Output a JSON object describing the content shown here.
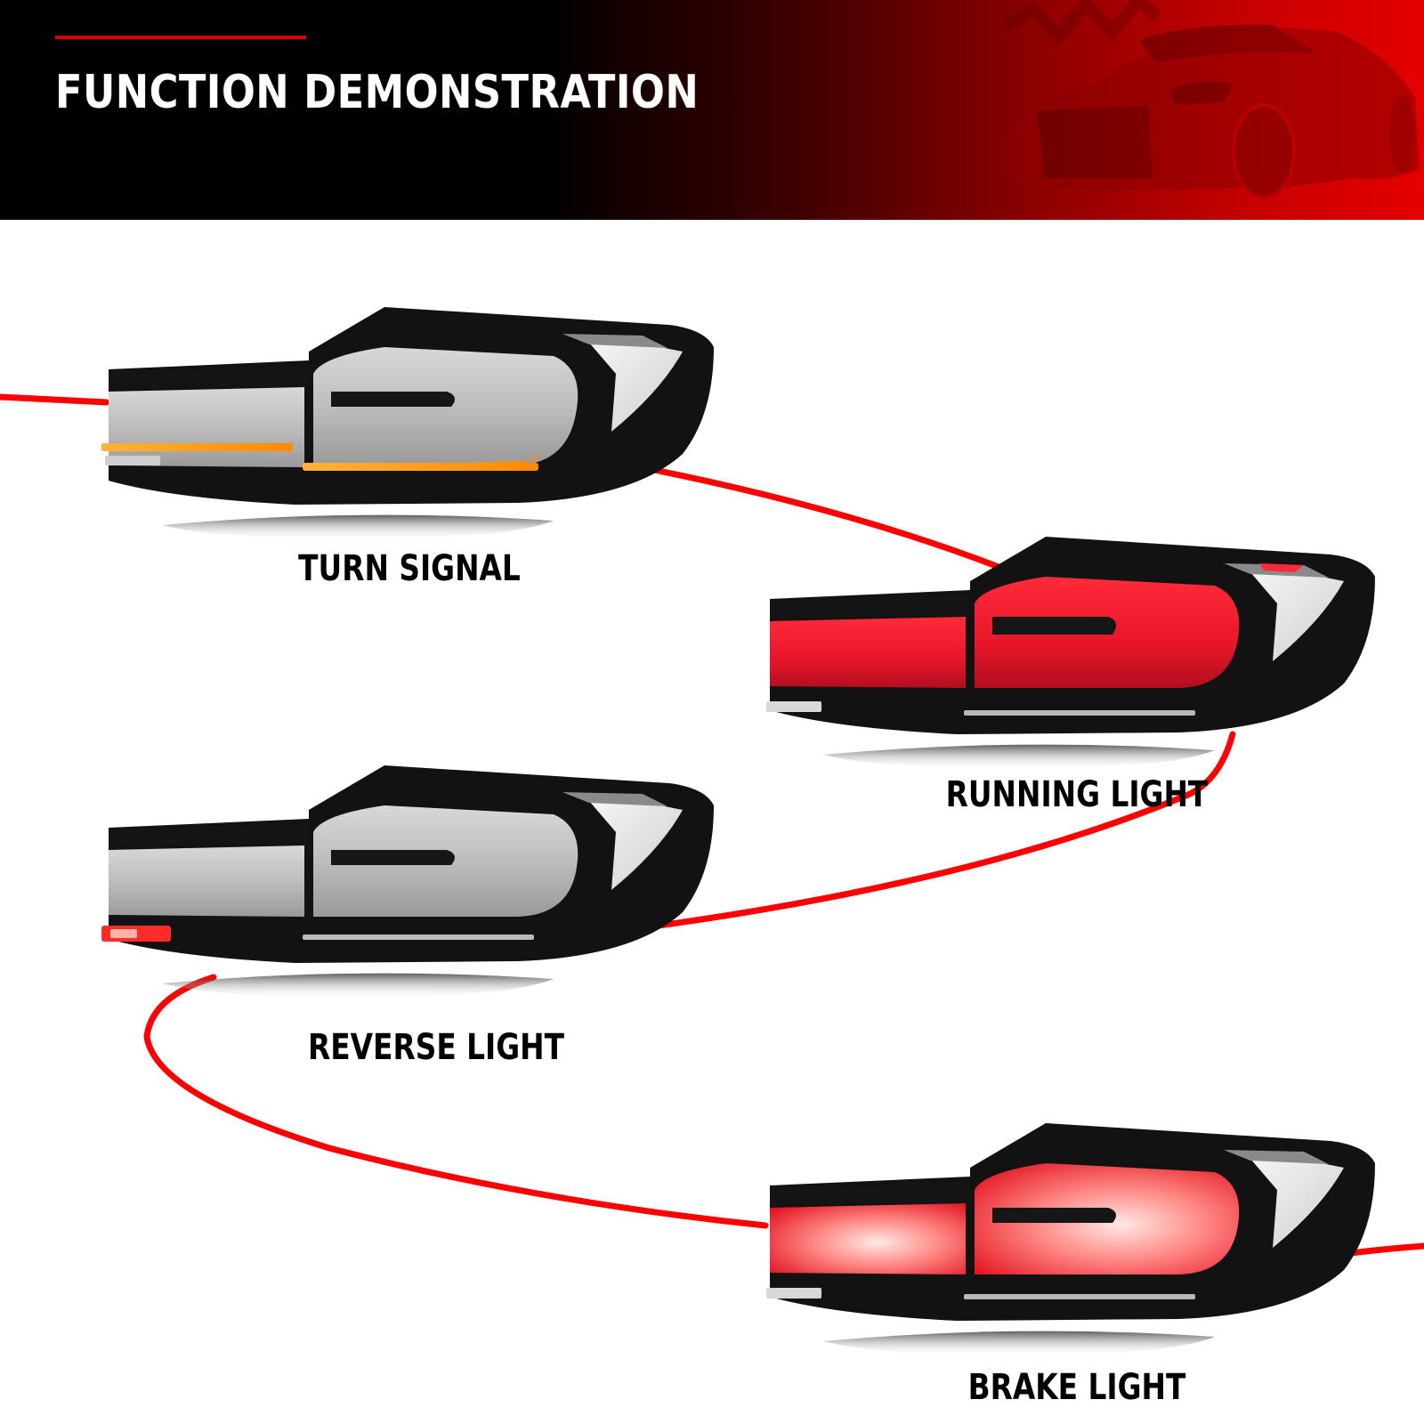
{
  "header": {
    "title": "FUNCTION DEMONSTRATION",
    "accent_color": "#e10000",
    "background_image": "red-tinted sports car"
  },
  "demos": [
    {
      "label": "TURN SIGNAL",
      "active_color": "#ff9a1a",
      "lit_element": "amber sequential strip"
    },
    {
      "label": "RUNNING LIGHT",
      "active_color": "#ff1e2a",
      "lit_element": "red light guides"
    },
    {
      "label": "REVERSE LIGHT",
      "active_color": "#ff2a2a",
      "lit_element": "small lower-left lamp"
    },
    {
      "label": "BRAKE LIGHT",
      "active_color": "#ff3b3b",
      "lit_element": "full red lenses"
    }
  ],
  "connector": {
    "color": "#ff0000"
  }
}
